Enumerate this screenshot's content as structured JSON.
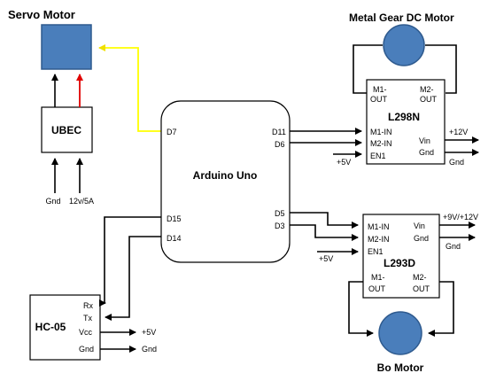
{
  "servo": {
    "title": "Servo Motor",
    "fill": "#4a7ebb",
    "stroke": "#2e5a8e"
  },
  "ubec": {
    "label": "UBEC",
    "gnd": "Gnd",
    "supply": "12v/5A"
  },
  "arduino": {
    "label": "Arduino Uno",
    "d7": "D7",
    "d15": "D15",
    "d14": "D14",
    "d11": "D11",
    "d6": "D6",
    "d5": "D5",
    "d3": "D3"
  },
  "l298n": {
    "label": "L298N",
    "m1_out_1": "M1-",
    "m1_out_2": "OUT",
    "m2_out_1": "M2-",
    "m2_out_2": "OUT",
    "m1_in": "M1-IN",
    "m2_in": "M2-IN",
    "en1": "EN1",
    "vin": "Vin",
    "gnd": "Gnd",
    "ext_vin": "+12V",
    "ext_gnd": "Gnd",
    "ext_en": "+5V"
  },
  "metal_motor": {
    "title": "Metal Gear DC Motor",
    "fill": "#4a7ebb",
    "stroke": "#2e5a8e"
  },
  "l293d": {
    "label": "L293D",
    "m1_in": "M1-IN",
    "m2_in": "M2-IN",
    "en1": "EN1",
    "vin": "Vin",
    "gnd": "Gnd",
    "m1_out_1": "M1-",
    "m1_out_2": "OUT",
    "m2_out_1": "M2-",
    "m2_out_2": "OUT",
    "ext_vin": "+9V/+12V",
    "ext_gnd": "Gnd",
    "ext_en": "+5V"
  },
  "bo_motor": {
    "title": "Bo Motor",
    "fill": "#4a7ebb",
    "stroke": "#2e5a8e"
  },
  "hc05": {
    "label": "HC-05",
    "rx": "Rx",
    "tx": "Tx",
    "vcc": "Vcc",
    "gnd": "Gnd",
    "ext_vcc": "+5V",
    "ext_gnd": "Gnd"
  },
  "colors": {
    "signal_wire": "#ffff00",
    "power_wire": "#ff0000"
  }
}
